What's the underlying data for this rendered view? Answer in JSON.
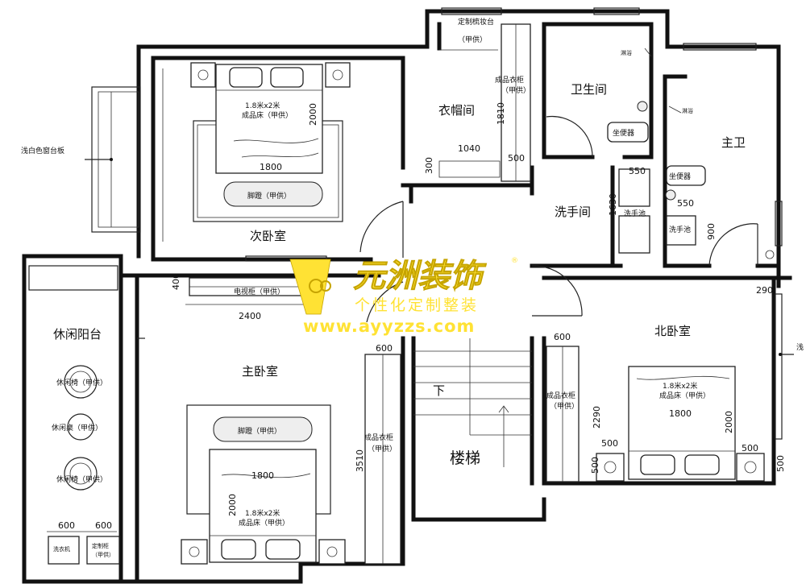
{
  "rooms": {
    "second_bedroom": "次卧室",
    "cloakroom": "衣帽间",
    "toilet": "卫生间",
    "master_bath": "主卫",
    "washroom": "洗手间",
    "master_bedroom": "主卧室",
    "north_bedroom": "北卧室",
    "leisure_balcony": "休闲阳台",
    "stairs": "楼梯",
    "stairs_down": "下"
  },
  "labels": {
    "window_sill": "浅白色窗台板",
    "window_sill_right": "浅",
    "bed_second_title": "1.8米x2米",
    "bed_second_sub": "成品床（甲供）",
    "bed_master_title": "1.8米x2米",
    "bed_master_sub": "成品床（甲供）",
    "bed_north_title": "1.8米x2米",
    "bed_north_sub": "成品床（甲供）",
    "footstool_second": "脚蹬（甲供）",
    "footstool_master": "脚蹬（甲供）",
    "custom_table_top": "定制梳妆台",
    "custom_table_sub": "（甲供）",
    "wardrobe_cloak": "成品衣柜",
    "wardrobe_cloak_sub": "（甲供）",
    "wardrobe_master": "成品衣柜",
    "wardrobe_master_sub": "（甲供）",
    "wardrobe_north": "成品衣柜",
    "wardrobe_north_sub": "（甲供）",
    "tv_cabinet": "电视柜（甲供）",
    "toilet_seat_1": "坐便器",
    "toilet_seat_2": "坐便器",
    "shower_1": "淋浴",
    "shower_2": "淋浴",
    "basin_1": "洗手池",
    "basin_2": "洗手池",
    "leisure_chair_1": "休闲椅（甲供）",
    "leisure_chair_2": "休闲桌（甲供）",
    "leisure_chair_3": "休闲椅（甲供）",
    "washer": "洗衣机",
    "custom_cab": "定制柜",
    "custom_cab_sub": "（甲供）"
  },
  "dimensions": {
    "d2000_second": "2000",
    "d1800_second": "1800",
    "d1810": "1810",
    "d1040": "1040",
    "d500_cloak": "500",
    "d300": "300",
    "d550_top": "550",
    "d550_bottom": "550",
    "d1630": "1630",
    "d900": "900",
    "d290": "290",
    "d400": "400",
    "d2400": "2400",
    "d600_master": "600",
    "d3510": "3510",
    "d1800_master": "1800",
    "d2000_master": "2000",
    "d600_north": "600",
    "d2290": "2290",
    "d1800_north": "1800",
    "d2000_north": "2000",
    "d500_north_left": "500",
    "d500_north_right": "500",
    "d500_north_h1": "500",
    "d500_north_h2": "500",
    "d600_bal_1": "600",
    "d600_bal_2": "600"
  },
  "watermark": {
    "brand": "元洲装饰",
    "registered": "®",
    "slogan": "个性化定制整装",
    "url": "www.ayyzzs.com"
  },
  "colors": {
    "watermark": "#ffe234",
    "walls": "#111111"
  }
}
